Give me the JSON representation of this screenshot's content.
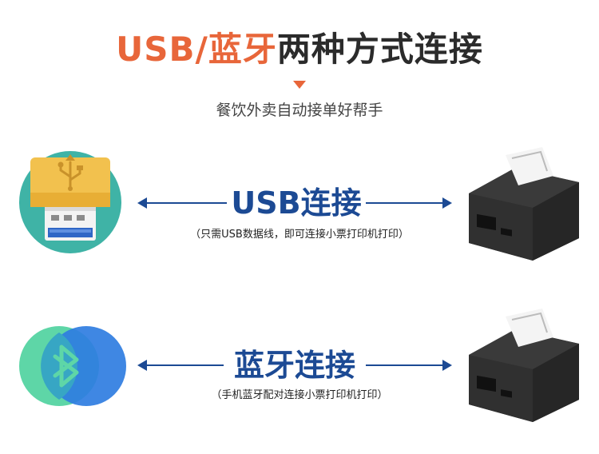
{
  "header": {
    "title_accent": "USB/蓝牙",
    "title_rest": "两种方式连接",
    "subtitle": "餐饮外卖自动接单好帮手"
  },
  "usb_section": {
    "label": "USB连接",
    "note": "（只需USB数据线，即可连接小票打印机打印）"
  },
  "bluetooth_section": {
    "label": "蓝牙连接",
    "note": "（手机蓝牙配对连接小票打印机打印）"
  },
  "colors": {
    "accent": "#e8663a",
    "label_blue": "#1c4a94",
    "usb_circle": "#3fb3a6",
    "usb_body": "#f2c14e",
    "bt_green": "#5ed6a7",
    "bt_blue": "#2f7de1"
  },
  "icons": {
    "usb": "usb-icon",
    "bluetooth": "bluetooth-icon",
    "printer": "receipt-printer-icon"
  }
}
